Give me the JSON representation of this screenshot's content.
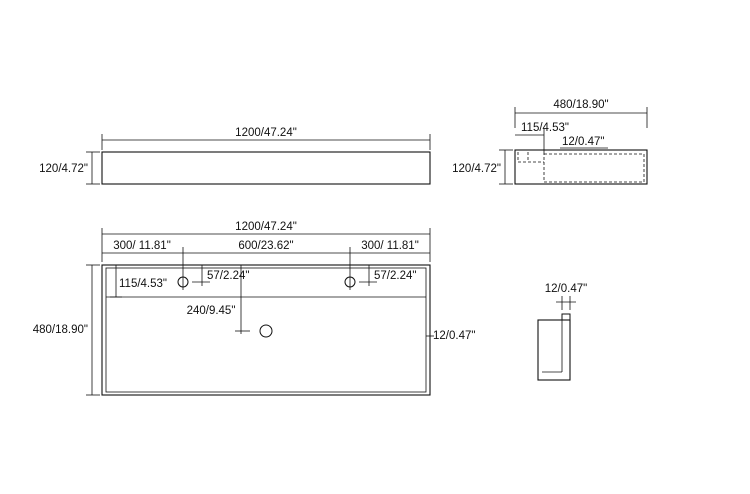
{
  "front_view": {
    "width_label": "1200/47.24\"",
    "height_label": "120/4.72\""
  },
  "side_view": {
    "depth_label": "480/18.90\"",
    "offset_label": "115/4.53\"",
    "wall_label": "12/0.47\"",
    "height_label": "120/4.72\""
  },
  "top_view": {
    "width_label": "1200/47.24\"",
    "left_label": "300/ 11.81\"",
    "center_label": "600/23.62\"",
    "right_label": "300/ 11.81\"",
    "depth_label": "480/18.90\"",
    "hole_offset_label": "115/4.53\"",
    "hole_left_label": "57/2.24\"",
    "hole_right_label": "57/2.24\"",
    "drain_label": "240/9.45\"",
    "wall_label": "12/0.47\""
  },
  "section_view": {
    "wall_label": "12/0.47\""
  }
}
